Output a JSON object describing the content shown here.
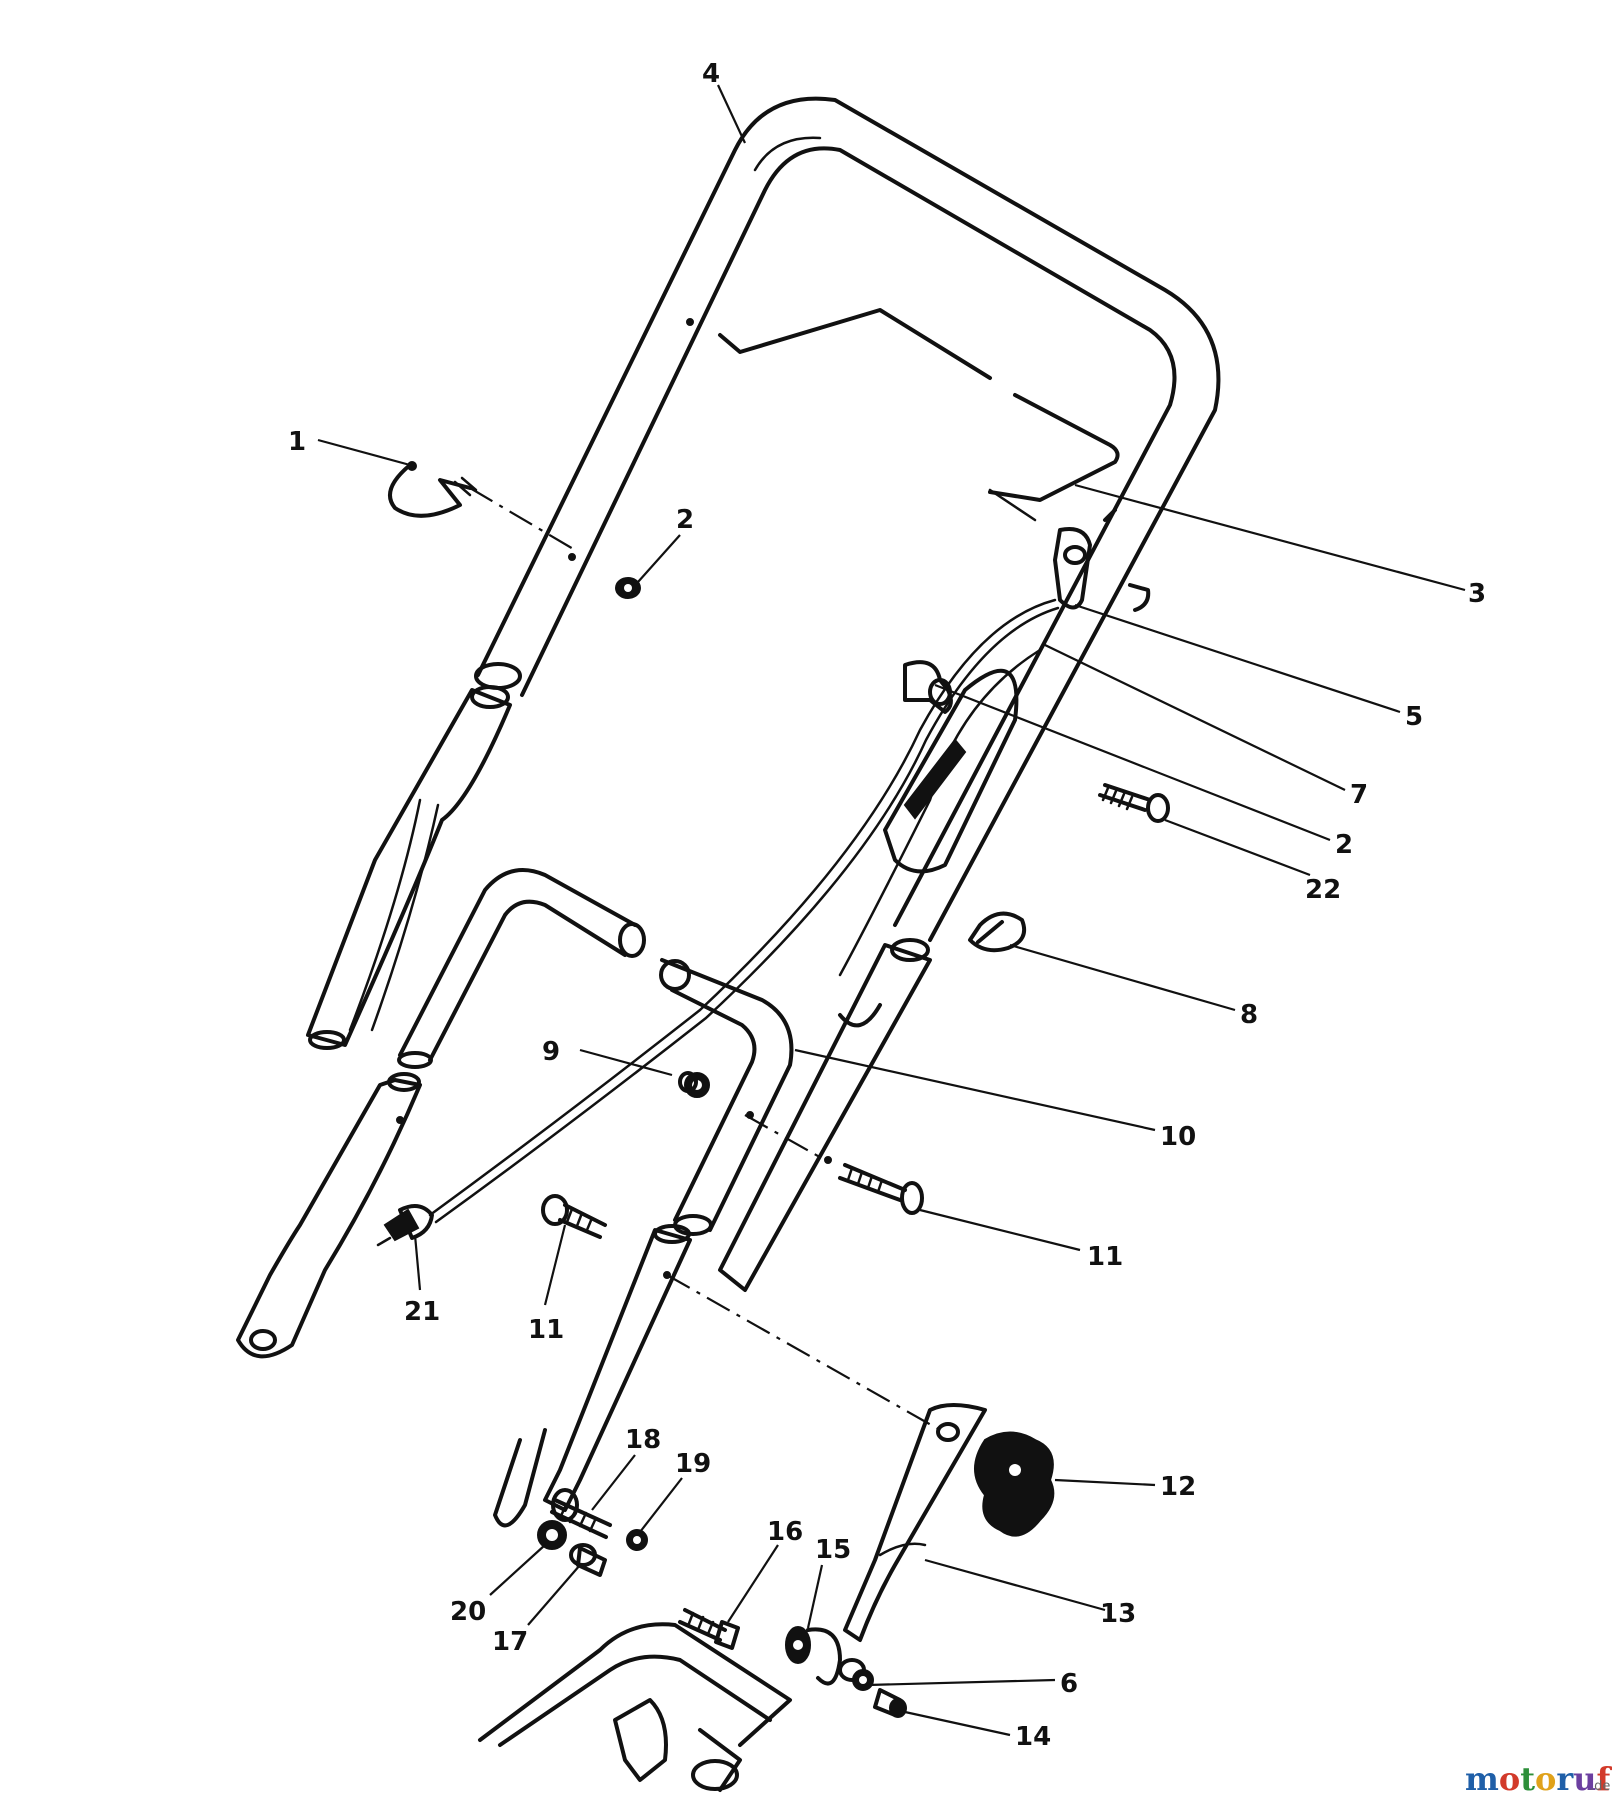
{
  "parts": [
    {
      "id": "p1",
      "text": "1"
    },
    {
      "id": "p2a",
      "text": "2"
    },
    {
      "id": "p3",
      "text": "3"
    },
    {
      "id": "p4",
      "text": "4"
    },
    {
      "id": "p5",
      "text": "5"
    },
    {
      "id": "p7",
      "text": "7"
    },
    {
      "id": "p2b",
      "text": "2"
    },
    {
      "id": "p22",
      "text": "22"
    },
    {
      "id": "p8",
      "text": "8"
    },
    {
      "id": "p9",
      "text": "9"
    },
    {
      "id": "p10",
      "text": "10"
    },
    {
      "id": "p11a",
      "text": "11"
    },
    {
      "id": "p21",
      "text": "21"
    },
    {
      "id": "p11b",
      "text": "11"
    },
    {
      "id": "p12",
      "text": "12"
    },
    {
      "id": "p18",
      "text": "18"
    },
    {
      "id": "p19",
      "text": "19"
    },
    {
      "id": "p16",
      "text": "16"
    },
    {
      "id": "p15",
      "text": "15"
    },
    {
      "id": "p13",
      "text": "13"
    },
    {
      "id": "p20",
      "text": "20"
    },
    {
      "id": "p17",
      "text": "17"
    },
    {
      "id": "p6",
      "text": "6"
    },
    {
      "id": "p14",
      "text": "14"
    }
  ],
  "watermark": {
    "m1": "m",
    "o1": "o",
    "t": "t",
    "o2": "o",
    "r": "r",
    "u": "u",
    "f": "f",
    "suffix": ".de",
    "colors": {
      "m1": "#1f5fa8",
      "o1": "#d23a2a",
      "t": "#2d8f3a",
      "o2": "#e0a21b",
      "r": "#1f5fa8",
      "u": "#6b3fa0",
      "f": "#d23a2a"
    }
  }
}
